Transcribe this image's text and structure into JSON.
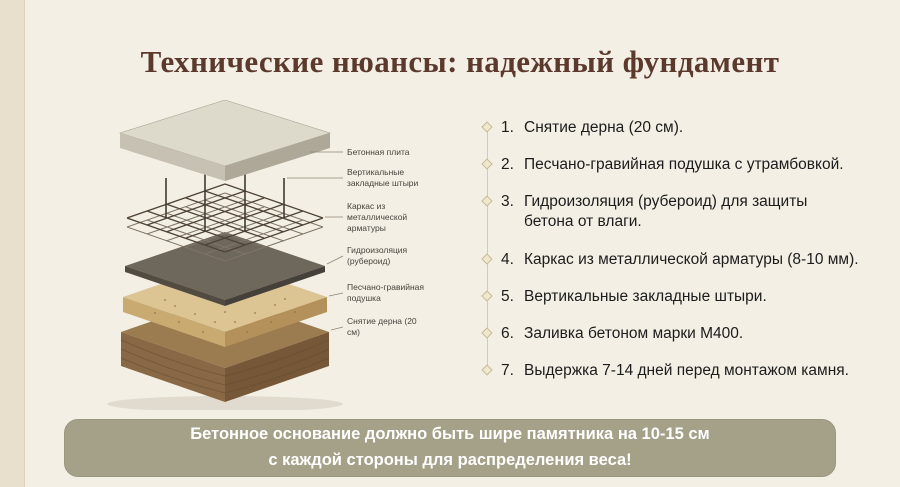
{
  "page": {
    "title": "Технические нюансы: надежный фундамент"
  },
  "diagram": {
    "labels": [
      {
        "text": "Бетонная плита"
      },
      {
        "text": "Вертикальные закладные штыри"
      },
      {
        "text": "Каркас из металлической арматуры"
      },
      {
        "text": "Гидроизоляция (рубероид)"
      },
      {
        "text": "Песчано-гравийная подушка"
      },
      {
        "text": "Снятие дерна (20 см)"
      }
    ]
  },
  "steps": [
    {
      "num": "1.",
      "text": "Снятие дерна (20 см)."
    },
    {
      "num": "2.",
      "text": "Песчано-гравийная подушка с утрамбовкой."
    },
    {
      "num": "3.",
      "text": "Гидроизоляция (рубероид) для защиты бетона от влаги."
    },
    {
      "num": "4.",
      "text": "Каркас из металлической арматуры (8-10 мм)."
    },
    {
      "num": "5.",
      "text": "Вертикальные закладные штыри."
    },
    {
      "num": "6.",
      "text": "Заливка бетоном марки М400."
    },
    {
      "num": "7.",
      "text": "Выдержка 7-14 дней перед монтажом камня."
    }
  ],
  "banner": {
    "line1": "Бетонное основание должно быть шире памятника на 10-15 см",
    "line2": "с каждой стороны для распределения веса!"
  },
  "colors": {
    "background": "#f4efe4",
    "left_strip": "#e8e0cc",
    "title": "#5b392c",
    "list_text": "#1c1c1c",
    "connector_line": "#d7cbae",
    "banner_background": "#a5a189",
    "banner_text": "#ffffff",
    "concrete": "#dedacb",
    "rebar": "#4e4337",
    "waterproofing": "#6e675b",
    "sand": "#dcc493",
    "soil": "#9b7b50"
  }
}
